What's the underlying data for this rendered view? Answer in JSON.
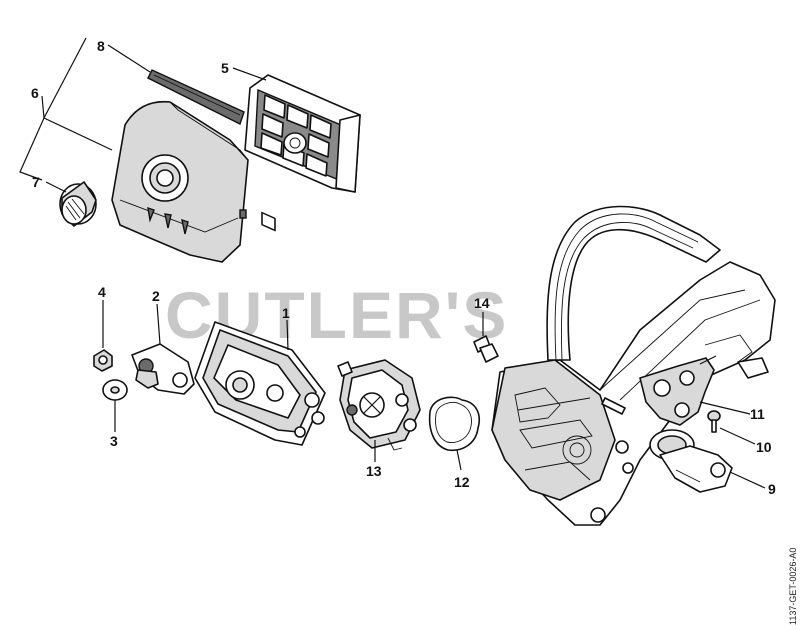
{
  "watermark": "CUTLER'S",
  "drawing_code": "1137-GET-0026-A0",
  "callouts": {
    "c1": "1",
    "c2": "2",
    "c3": "3",
    "c4": "4",
    "c5": "5",
    "c6": "6",
    "c7": "7",
    "c8": "8",
    "c9": "9",
    "c10": "10",
    "c11": "11",
    "c12": "12",
    "c13": "13",
    "c14": "14"
  },
  "icons": [
    "shroud",
    "air-filter",
    "filter-strip",
    "knob",
    "nut",
    "washer",
    "bracket",
    "filter-base",
    "carburetor",
    "gasket",
    "fitting",
    "housing",
    "flange",
    "screw",
    "manifold"
  ]
}
